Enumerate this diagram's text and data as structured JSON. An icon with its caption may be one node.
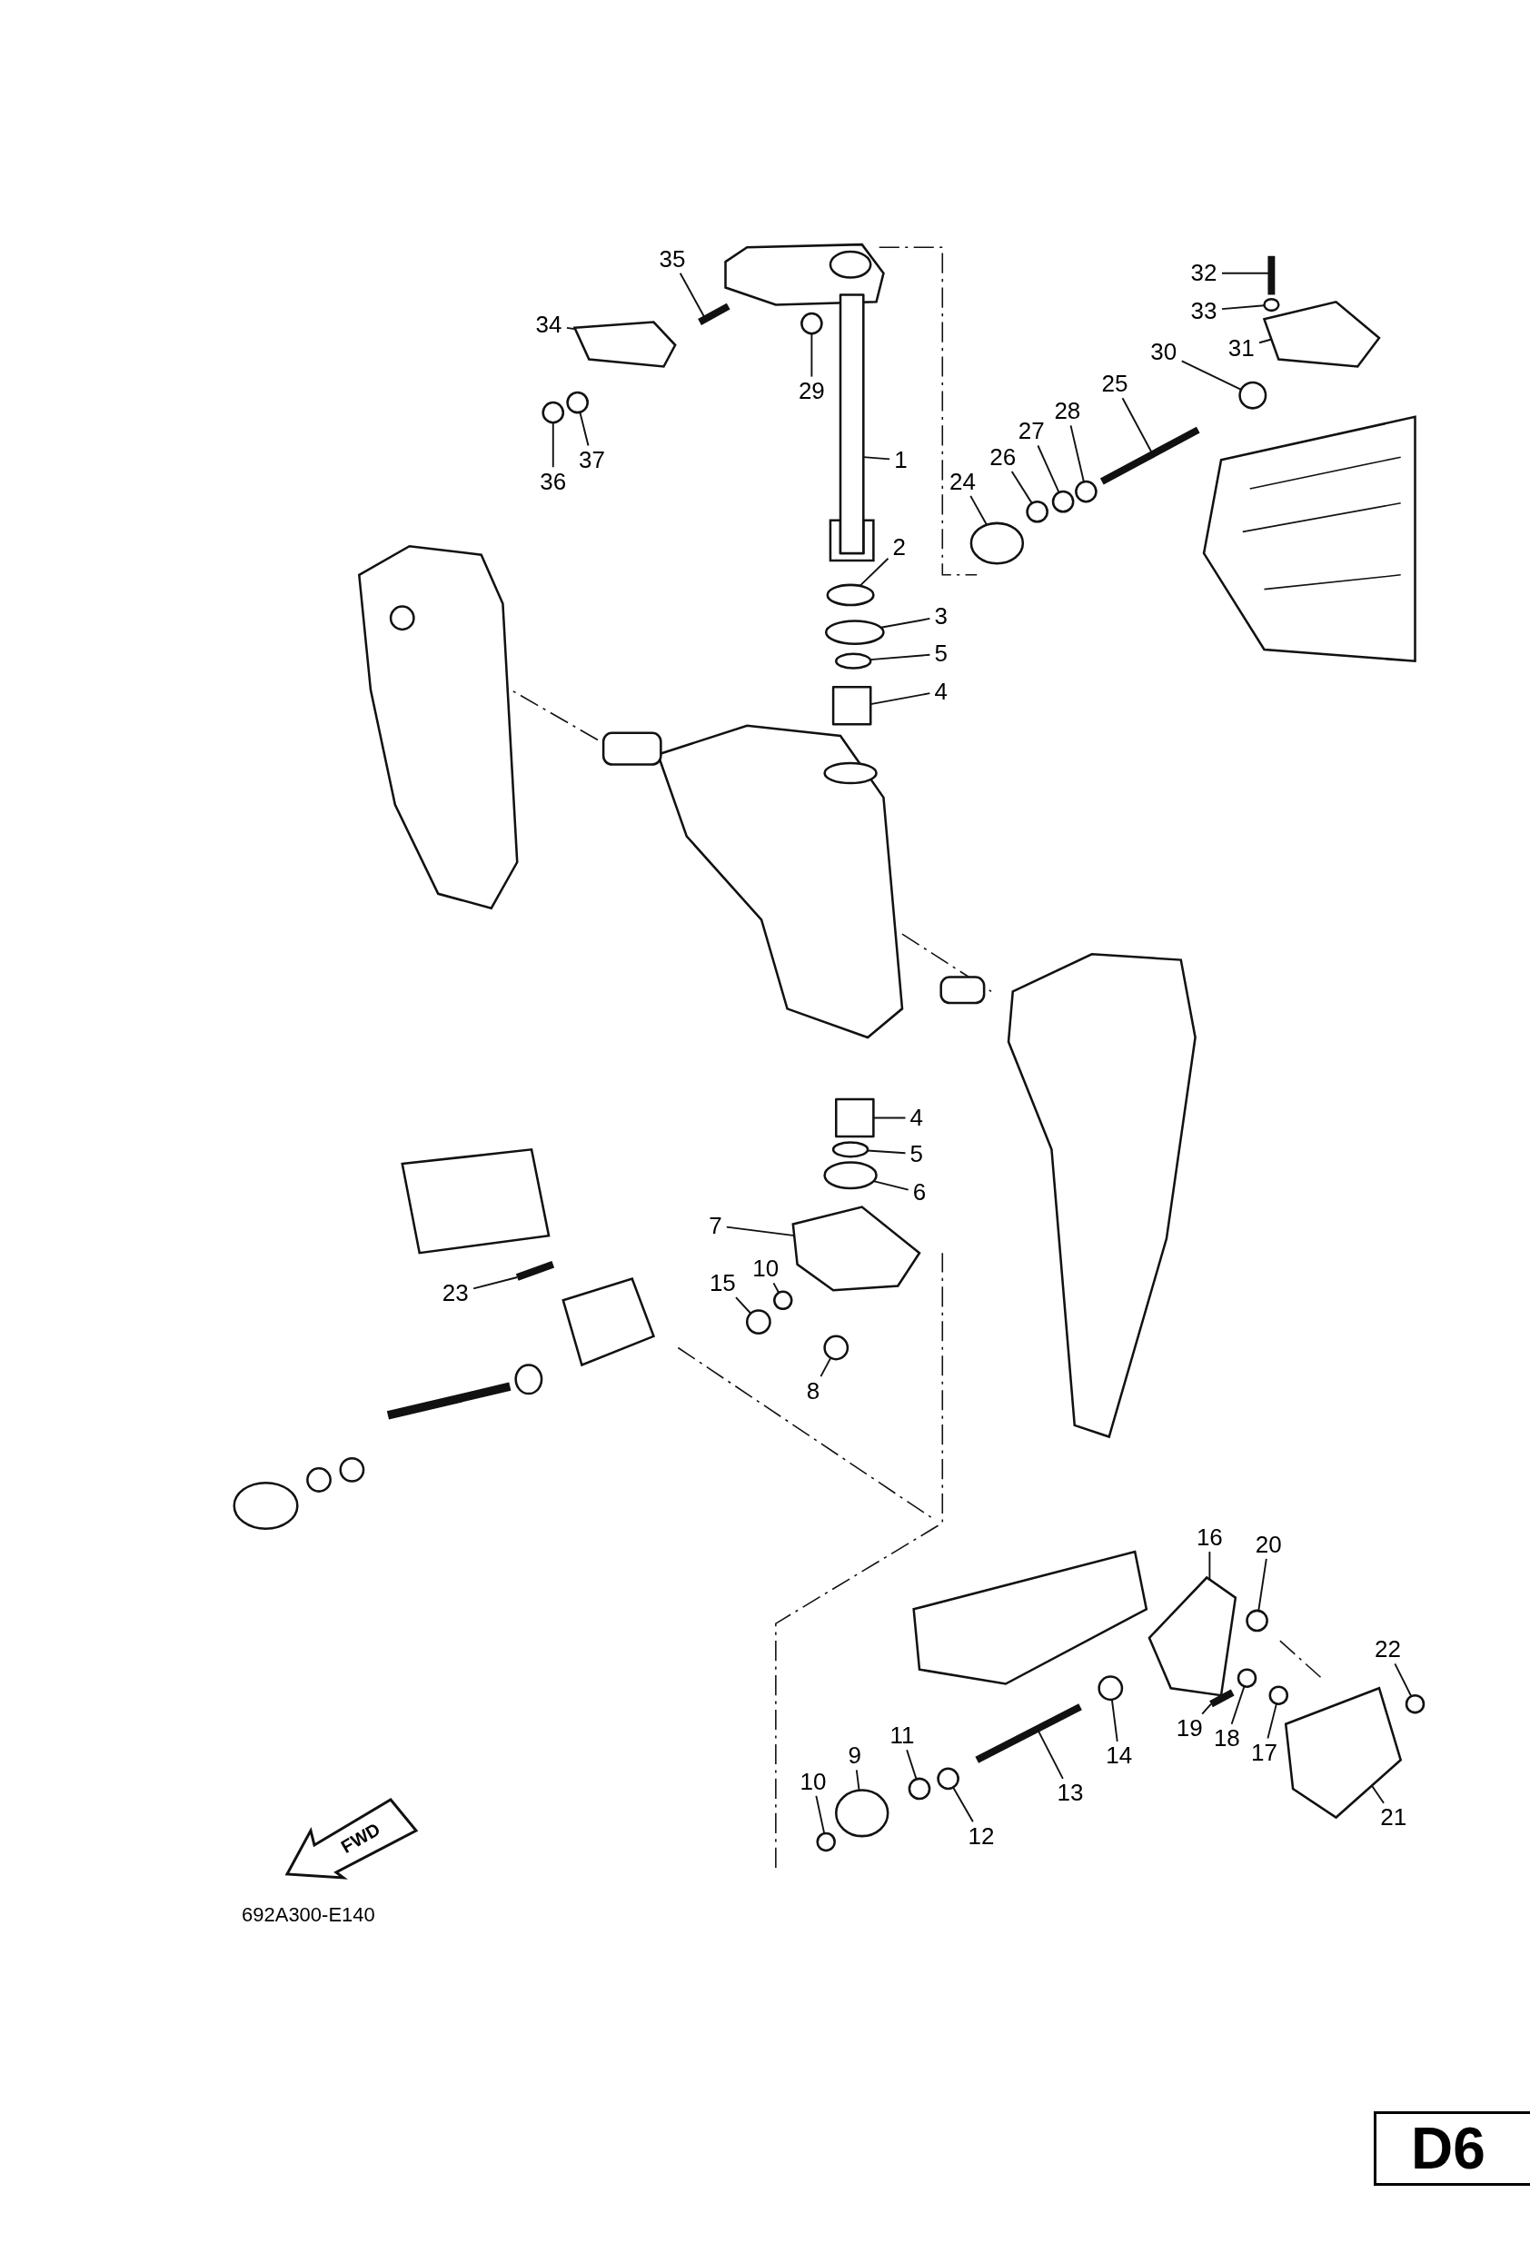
{
  "diagram": {
    "nodes": [
      {
        "text": [
          "35"
        ]
      },
      {
        "text": [
          "32"
        ]
      },
      {
        "text": [
          "34"
        ]
      },
      {
        "text": [
          "33"
        ]
      },
      {
        "text": [
          "31"
        ]
      },
      {
        "text": [
          "30"
        ]
      },
      {
        "text": [
          "25"
        ]
      },
      {
        "text": [
          "29"
        ]
      },
      {
        "text": [
          "28"
        ]
      },
      {
        "text": [
          "27"
        ]
      },
      {
        "text": [
          "1"
        ]
      },
      {
        "text": [
          "26"
        ]
      },
      {
        "text": [
          "37"
        ]
      },
      {
        "text": [
          "24"
        ]
      },
      {
        "text": [
          "36"
        ]
      },
      {
        "text": [
          "2"
        ]
      },
      {
        "text": [
          "3"
        ]
      },
      {
        "text": [
          "5"
        ]
      },
      {
        "text": [
          "4"
        ]
      },
      {
        "text": [
          "4"
        ]
      },
      {
        "text": [
          "5"
        ]
      },
      {
        "text": [
          "6"
        ]
      },
      {
        "text": [
          "7"
        ]
      },
      {
        "text": [
          "10"
        ]
      },
      {
        "text": [
          "15"
        ]
      },
      {
        "text": [
          "23"
        ]
      },
      {
        "text": [
          "8"
        ]
      },
      {
        "text": [
          "16"
        ]
      },
      {
        "text": [
          "20"
        ]
      },
      {
        "text": [
          "22"
        ]
      },
      {
        "text": [
          "19"
        ]
      },
      {
        "text": [
          "9"
        ]
      },
      {
        "text": [
          "11"
        ]
      },
      {
        "text": [
          "14"
        ]
      },
      {
        "text": [
          "18"
        ]
      },
      {
        "text": [
          "17"
        ]
      },
      {
        "text": [
          "10"
        ]
      },
      {
        "text": [
          "13"
        ]
      },
      {
        "text": [
          "21"
        ]
      },
      {
        "text": [
          "12"
        ]
      },
      {
        "text": [
          "FWD"
        ]
      },
      {
        "text": [
          "D6"
        ]
      },
      {
        "text": [],
        "shape": "bar"
      },
      {
        "text": [],
        "shape": "bar"
      },
      {
        "text": [],
        "shape": "picture"
      },
      {
        "text": [],
        "shape": "circle"
      },
      {
        "text": [],
        "shape": "picture"
      },
      {
        "text": [],
        "shape": "circle"
      },
      {
        "text": [],
        "shape": "bar"
      },
      {
        "text": [],
        "shape": "circle"
      },
      {
        "text": [],
        "shape": "circle"
      },
      {
        "text": [],
        "shape": "circle"
      },
      {
        "text": [],
        "shape": "box"
      },
      {
        "text": [],
        "shape": "circle"
      },
      {
        "text": [],
        "shape": "circle"
      },
      {
        "text": [],
        "shape": "circle"
      },
      {
        "text": [],
        "shape": "circle"
      },
      {
        "text": [],
        "shape": "circle"
      },
      {
        "text": [],
        "shape": "circle"
      },
      {
        "text": [],
        "shape": "circle"
      },
      {
        "text": [],
        "shape": "box"
      },
      {
        "text": [],
        "shape": "box"
      },
      {
        "text": [],
        "shape": "circle"
      },
      {
        "text": [],
        "shape": "circle"
      },
      {
        "text": [],
        "shape": "picture"
      },
      {
        "text": [],
        "shape": "circle"
      },
      {
        "text": [],
        "shape": "circle"
      },
      {
        "text": [],
        "shape": "bar"
      },
      {
        "text": [],
        "shape": "circle"
      },
      {
        "text": [],
        "shape": "picture"
      },
      {
        "text": [],
        "shape": "circle"
      },
      {
        "text": [],
        "shape": "circle"
      },
      {
        "text": [],
        "shape": "bar"
      },
      {
        "text": [],
        "shape": "circle"
      },
      {
        "text": [],
        "shape": "circle"
      },
      {
        "text": [],
        "shape": "circle"
      },
      {
        "text": [],
        "shape": "circle"
      },
      {
        "text": [],
        "shape": "circle"
      },
      {
        "text": [],
        "shape": "circle"
      },
      {
        "text": [],
        "shape": "bar"
      },
      {
        "text": [],
        "shape": "picture"
      },
      {
        "text": [],
        "shape": "circle"
      }
    ],
    "edges": [
      {
        "from": 0,
        "to": 42,
        "arrow": "none"
      },
      {
        "from": 1,
        "to": 43,
        "arrow": "none"
      },
      {
        "from": 2,
        "to": 44,
        "arrow": "none"
      },
      {
        "from": 3,
        "to": 45,
        "arrow": "none"
      },
      {
        "from": 4,
        "to": 46,
        "arrow": "none"
      },
      {
        "from": 5,
        "to": 47,
        "arrow": "none"
      },
      {
        "from": 6,
        "to": 48,
        "arrow": "none"
      },
      {
        "from": 7,
        "to": 49,
        "arrow": "none"
      },
      {
        "from": 8,
        "to": 50,
        "arrow": "none"
      },
      {
        "from": 9,
        "to": 51,
        "arrow": "none"
      },
      {
        "from": 10,
        "to": 52,
        "arrow": "none"
      },
      {
        "from": 11,
        "to": 53,
        "arrow": "none"
      },
      {
        "from": 12,
        "to": 54,
        "arrow": "none"
      },
      {
        "from": 13,
        "to": 55,
        "arrow": "none"
      },
      {
        "from": 14,
        "to": 56,
        "arrow": "none"
      },
      {
        "from": 15,
        "to": 57,
        "arrow": "none"
      },
      {
        "from": 16,
        "to": 58,
        "arrow": "none"
      },
      {
        "from": 17,
        "to": 59,
        "arrow": "none"
      },
      {
        "from": 18,
        "to": 60,
        "arrow": "none"
      },
      {
        "from": 19,
        "to": 61,
        "arrow": "none"
      },
      {
        "from": 20,
        "to": 62,
        "arrow": "none"
      },
      {
        "from": 21,
        "to": 63,
        "arrow": "none"
      },
      {
        "from": 22,
        "to": 64,
        "arrow": "none"
      },
      {
        "from": 23,
        "to": 65,
        "arrow": "none"
      },
      {
        "from": 24,
        "to": 66,
        "arrow": "none"
      },
      {
        "from": 25,
        "to": 67,
        "arrow": "none"
      },
      {
        "from": 26,
        "to": 68,
        "arrow": "none"
      },
      {
        "from": 27,
        "to": 69,
        "arrow": "none"
      },
      {
        "from": 28,
        "to": 70,
        "arrow": "none"
      },
      {
        "from": 29,
        "to": 71,
        "arrow": "none"
      },
      {
        "from": 30,
        "to": 72,
        "arrow": "none"
      },
      {
        "from": 31,
        "to": 73,
        "arrow": "none"
      },
      {
        "from": 32,
        "to": 74,
        "arrow": "none"
      },
      {
        "from": 33,
        "to": 75,
        "arrow": "none"
      },
      {
        "from": 34,
        "to": 76,
        "arrow": "none"
      },
      {
        "from": 35,
        "to": 77,
        "arrow": "none"
      },
      {
        "from": 36,
        "to": 78,
        "arrow": "none"
      },
      {
        "from": 37,
        "to": 79,
        "arrow": "none"
      },
      {
        "from": 38,
        "to": 80,
        "arrow": "none"
      },
      {
        "from": 39,
        "to": 81,
        "arrow": "none"
      }
    ],
    "labels": [
      "692A300-E140"
    ]
  }
}
